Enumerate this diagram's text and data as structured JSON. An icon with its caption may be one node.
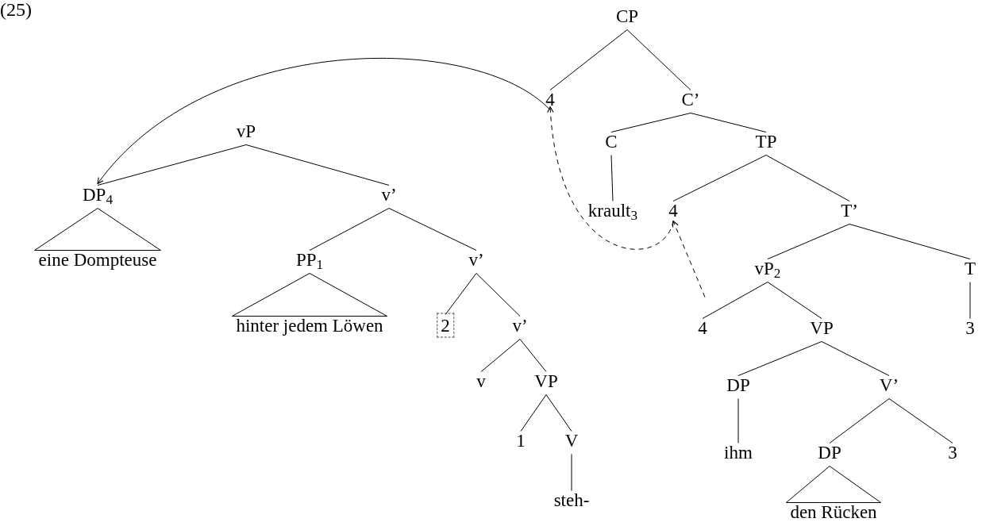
{
  "diagram": {
    "nodes": [
      {
        "text": [
          "CP"
        ]
      },
      {
        "text": [
          "4"
        ]
      },
      {
        "text": [
          "C’"
        ]
      },
      {
        "text": [
          "C"
        ]
      },
      {
        "text": [
          "TP"
        ]
      },
      {
        "text": [
          "krault$_{3}$"
        ]
      },
      {
        "text": [
          "4"
        ]
      },
      {
        "text": [
          "T’"
        ]
      },
      {
        "text": [
          "vP$_{2}$"
        ]
      },
      {
        "text": [
          "T"
        ]
      },
      {
        "text": [
          "4"
        ]
      },
      {
        "text": [
          "VP"
        ]
      },
      {
        "text": [
          "3"
        ]
      },
      {
        "text": [
          "DP"
        ]
      },
      {
        "text": [
          "V’"
        ]
      },
      {
        "text": [
          "ihm"
        ]
      },
      {
        "text": [
          "DP"
        ]
      },
      {
        "text": [
          "3"
        ]
      },
      {
        "text": [
          "den Rücken"
        ]
      },
      {
        "text": [
          "vP"
        ]
      },
      {
        "text": [
          "DP$_{4}$"
        ]
      },
      {
        "text": [
          "v’"
        ]
      },
      {
        "text": [
          "eine Dompteuse"
        ]
      },
      {
        "text": [
          "PP$_{1}$"
        ]
      },
      {
        "text": [
          "v’"
        ]
      },
      {
        "text": [
          "hinter jedem Löwen"
        ]
      },
      {
        "text": [
          "2"
        ]
      },
      {
        "text": [
          "v’"
        ]
      },
      {
        "text": [
          "v"
        ]
      },
      {
        "text": [
          "VP"
        ]
      },
      {
        "text": [
          "1"
        ]
      },
      {
        "text": [
          "V"
        ]
      },
      {
        "text": [
          "steh-"
        ]
      }
    ],
    "edges": [
      {
        "from": 0,
        "to": 1,
        "arrow": "none"
      },
      {
        "from": 0,
        "to": 2,
        "arrow": "none"
      },
      {
        "from": 2,
        "to": 3,
        "arrow": "none"
      },
      {
        "from": 2,
        "to": 4,
        "arrow": "none"
      },
      {
        "from": 3,
        "to": 5,
        "arrow": "none"
      },
      {
        "from": 4,
        "to": 6,
        "arrow": "none"
      },
      {
        "from": 4,
        "to": 7,
        "arrow": "none"
      },
      {
        "from": 7,
        "to": 8,
        "arrow": "none"
      },
      {
        "from": 7,
        "to": 9,
        "arrow": "none"
      },
      {
        "from": 8,
        "to": 10,
        "arrow": "none"
      },
      {
        "from": 8,
        "to": 11,
        "arrow": "none"
      },
      {
        "from": 9,
        "to": 12,
        "arrow": "none"
      },
      {
        "from": 11,
        "to": 13,
        "arrow": "none"
      },
      {
        "from": 11,
        "to": 14,
        "arrow": "none"
      },
      {
        "from": 13,
        "to": 15,
        "arrow": "none"
      },
      {
        "from": 14,
        "to": 16,
        "arrow": "none"
      },
      {
        "from": 14,
        "to": 17,
        "arrow": "none"
      },
      {
        "from": 16,
        "to": 18,
        "arrow": "none"
      },
      {
        "from": 19,
        "to": 20,
        "arrow": "none"
      },
      {
        "from": 19,
        "to": 21,
        "arrow": "none"
      },
      {
        "from": 20,
        "to": 22,
        "arrow": "none"
      },
      {
        "from": 21,
        "to": 23,
        "arrow": "none"
      },
      {
        "from": 21,
        "to": 24,
        "arrow": "none"
      },
      {
        "from": 23,
        "to": 25,
        "arrow": "none"
      },
      {
        "from": 24,
        "to": 26,
        "arrow": "none"
      },
      {
        "from": 24,
        "to": 27,
        "arrow": "none"
      },
      {
        "from": 27,
        "to": 28,
        "arrow": "none"
      },
      {
        "from": 27,
        "to": 29,
        "arrow": "none"
      },
      {
        "from": 29,
        "to": 30,
        "arrow": "none"
      },
      {
        "from": 29,
        "to": 31,
        "arrow": "none"
      },
      {
        "from": 31,
        "to": 32,
        "arrow": "none"
      },
      {
        "from": 1,
        "to": 20,
        "arrow": "to"
      },
      {
        "from": 6,
        "to": 1,
        "arrow": "to",
        "style": "dashed"
      },
      {
        "from": 10,
        "to": 6,
        "arrow": "to",
        "style": "dashed"
      }
    ],
    "labels": [
      "(25)"
    ]
  }
}
